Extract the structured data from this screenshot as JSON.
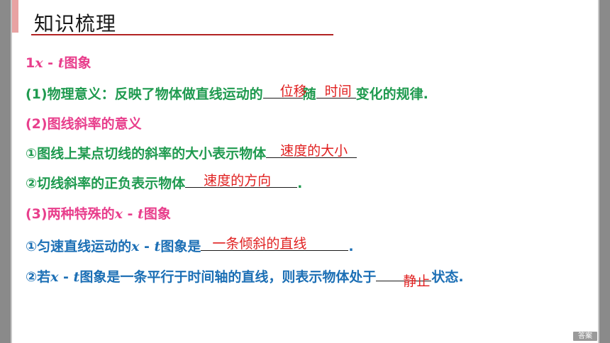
{
  "title": "知识梳理",
  "section1": {
    "num": "1",
    "x": "x",
    "dash": " - ",
    "t": "t",
    "label": "图象"
  },
  "item1": {
    "prefix": "(1)物理意义：反映了物体做直线运动的",
    "answer_a": "位移",
    "mid": "随",
    "answer_b": "时间",
    "suffix": "变化的规律."
  },
  "item2": {
    "text": "(2)图线斜率的意义"
  },
  "item2a": {
    "prefix": "①图线上某点切线的斜率的大小表示物体",
    "answer": "速度的大小"
  },
  "item2b": {
    "prefix": "②切线斜率的正负表示物体",
    "answer": "速度的方向",
    "suffix": "."
  },
  "item3": {
    "prefix": "(3)两种特殊的",
    "x": "x",
    "dash": " - ",
    "t": "t",
    "label": "图象"
  },
  "item3a": {
    "prefix": "①匀速直线运动的",
    "x": "x",
    "dash": " - ",
    "t": "t",
    "mid": "图象是",
    "answer": "一条倾斜的直线",
    "suffix": "."
  },
  "item3b": {
    "prefix": "②若",
    "x": "x",
    "dash": " - ",
    "t": "t",
    "mid": "图象是一条平行于时间轴的直线，则表示物体处于",
    "answer": "静止",
    "suffix": "状态."
  },
  "answer_button": "答案"
}
